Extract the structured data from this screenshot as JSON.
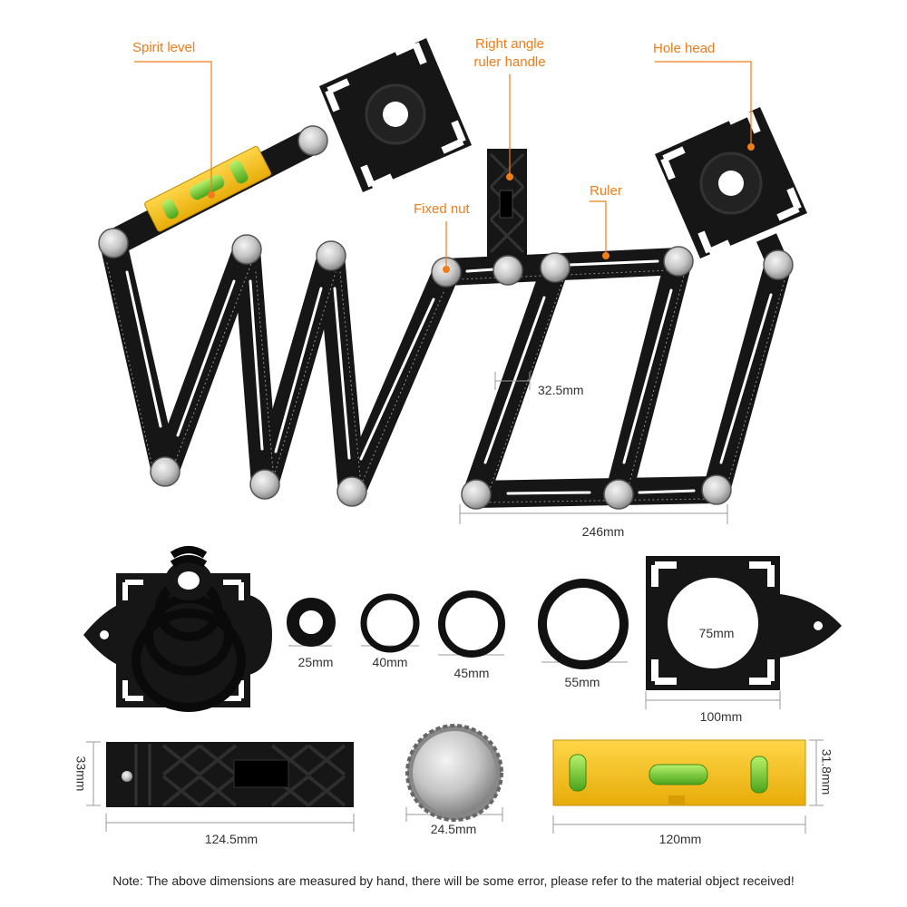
{
  "callouts": {
    "spirit_level": "Spirit level",
    "right_angle_handle_line1": "Right angle",
    "right_angle_handle_line2": "ruler handle",
    "hole_head": "Hole head",
    "fixed_nut": "Fixed nut",
    "ruler": "Ruler"
  },
  "dimensions": {
    "arm_width": "32.5mm",
    "span": "246mm",
    "ring_25": "25mm",
    "ring_40": "40mm",
    "ring_45": "45mm",
    "ring_55": "55mm",
    "hole_inner": "75mm",
    "hole_outer": "100mm",
    "handle_height": "33mm",
    "handle_length": "124.5mm",
    "nut_diameter": "24.5mm",
    "level_length": "120mm",
    "level_height": "31.8mm"
  },
  "note": "Note: The above dimensions are measured by hand, there will be some error, please refer to the material object received!",
  "colors": {
    "accent": "#ee7d1a",
    "tool_body": "#161616",
    "level_yellow": "#f6c21a",
    "vial_green": "#7fd02a",
    "nut_silver": "#c9c9c9"
  }
}
